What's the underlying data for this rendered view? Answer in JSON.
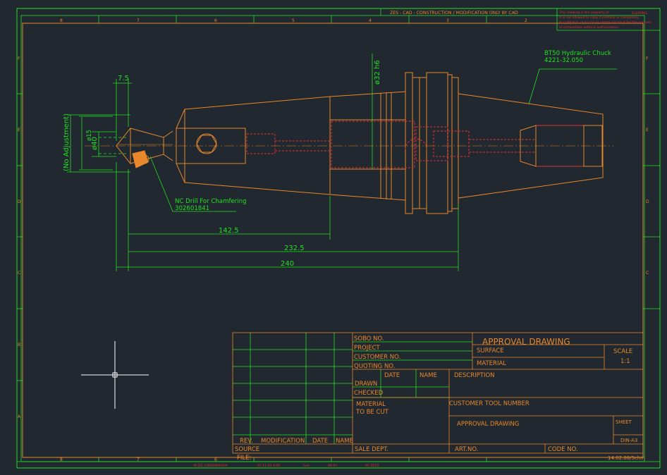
{
  "header": {
    "cad_note": "ZES - CAD - CONSTRUCTION / MODIFICATION ONLY BY CAD",
    "property_lines": [
      "This drawing is the property of",
      "It is not allowed to copy it partially or completely,",
      "to publish it, or to use or communicate it for the purpose",
      "of competition without authorization."
    ],
    "property_owner": "GUHRING"
  },
  "zones": {
    "columns": [
      "8",
      "7",
      "6",
      "5",
      "4",
      "3",
      "2"
    ],
    "rows": [
      "F",
      "E",
      "D",
      "C",
      "B",
      "A"
    ]
  },
  "callouts": {
    "chuck_name": "BT50 Hydraulic Chuck",
    "chuck_number": "4221-32.050",
    "drill_name": "NC Drill For Chamfering",
    "drill_number": "302601841",
    "no_adjustment": "(No Adjustment)"
  },
  "dimensions": {
    "d7_5": "7.5",
    "d32h6": "ø32 h6",
    "d40": "ø40",
    "d15": "ø15",
    "d142_5": "142.5",
    "d232_5": "232.5",
    "d240": "240"
  },
  "title_block": {
    "title": "APPROVAL DRAWING",
    "surface": "SURFACE",
    "material": "MATERIAL",
    "scale_label": "SCALE",
    "scale_value": "1:1",
    "sobo_no": "SOBO NO.",
    "project": "PROJECT",
    "customer_no": "CUSTOMER NO.",
    "quoting_no": "QUOTING NO.",
    "date": "DATE",
    "name": "NAME",
    "description": "DESCRIPTION",
    "drawn": "DRAWN",
    "checked": "CHECKED",
    "material_to_be_cut_1": "MATERIAL",
    "material_to_be_cut_2": "TO BE CUT",
    "customer_tool_number": "CUSTOMER TOOL NUMBER",
    "approval_drawing_2": "APPROVAL DRAWING",
    "sheet": "SHEET",
    "sheet_format": "DIN-A3",
    "rev": "REV.",
    "modification": "MODIFICATION",
    "rev_date": "DATE",
    "rev_name": "NAME",
    "source": "SOURCE",
    "file": "FILE:",
    "sale_dept": "SALE DEPT.",
    "art_no": "ART.NO.",
    "code_no": "CODE NO.",
    "plot_date": "14.02.08/Schm"
  },
  "footer": {
    "file_path": "N:\\ZE_CID\\RAM\\KAYA",
    "plot_info": "07.11.03 9:06",
    "plot_user": "tum",
    "plot_id": "98 93",
    "station": "PC-ZE52"
  },
  "colors": {
    "background": "#212830",
    "frame": "#22e022",
    "outline": "#e8882a",
    "hidden": "#e03030",
    "dimension": "#22e022",
    "crosshair": "#ffffff"
  }
}
